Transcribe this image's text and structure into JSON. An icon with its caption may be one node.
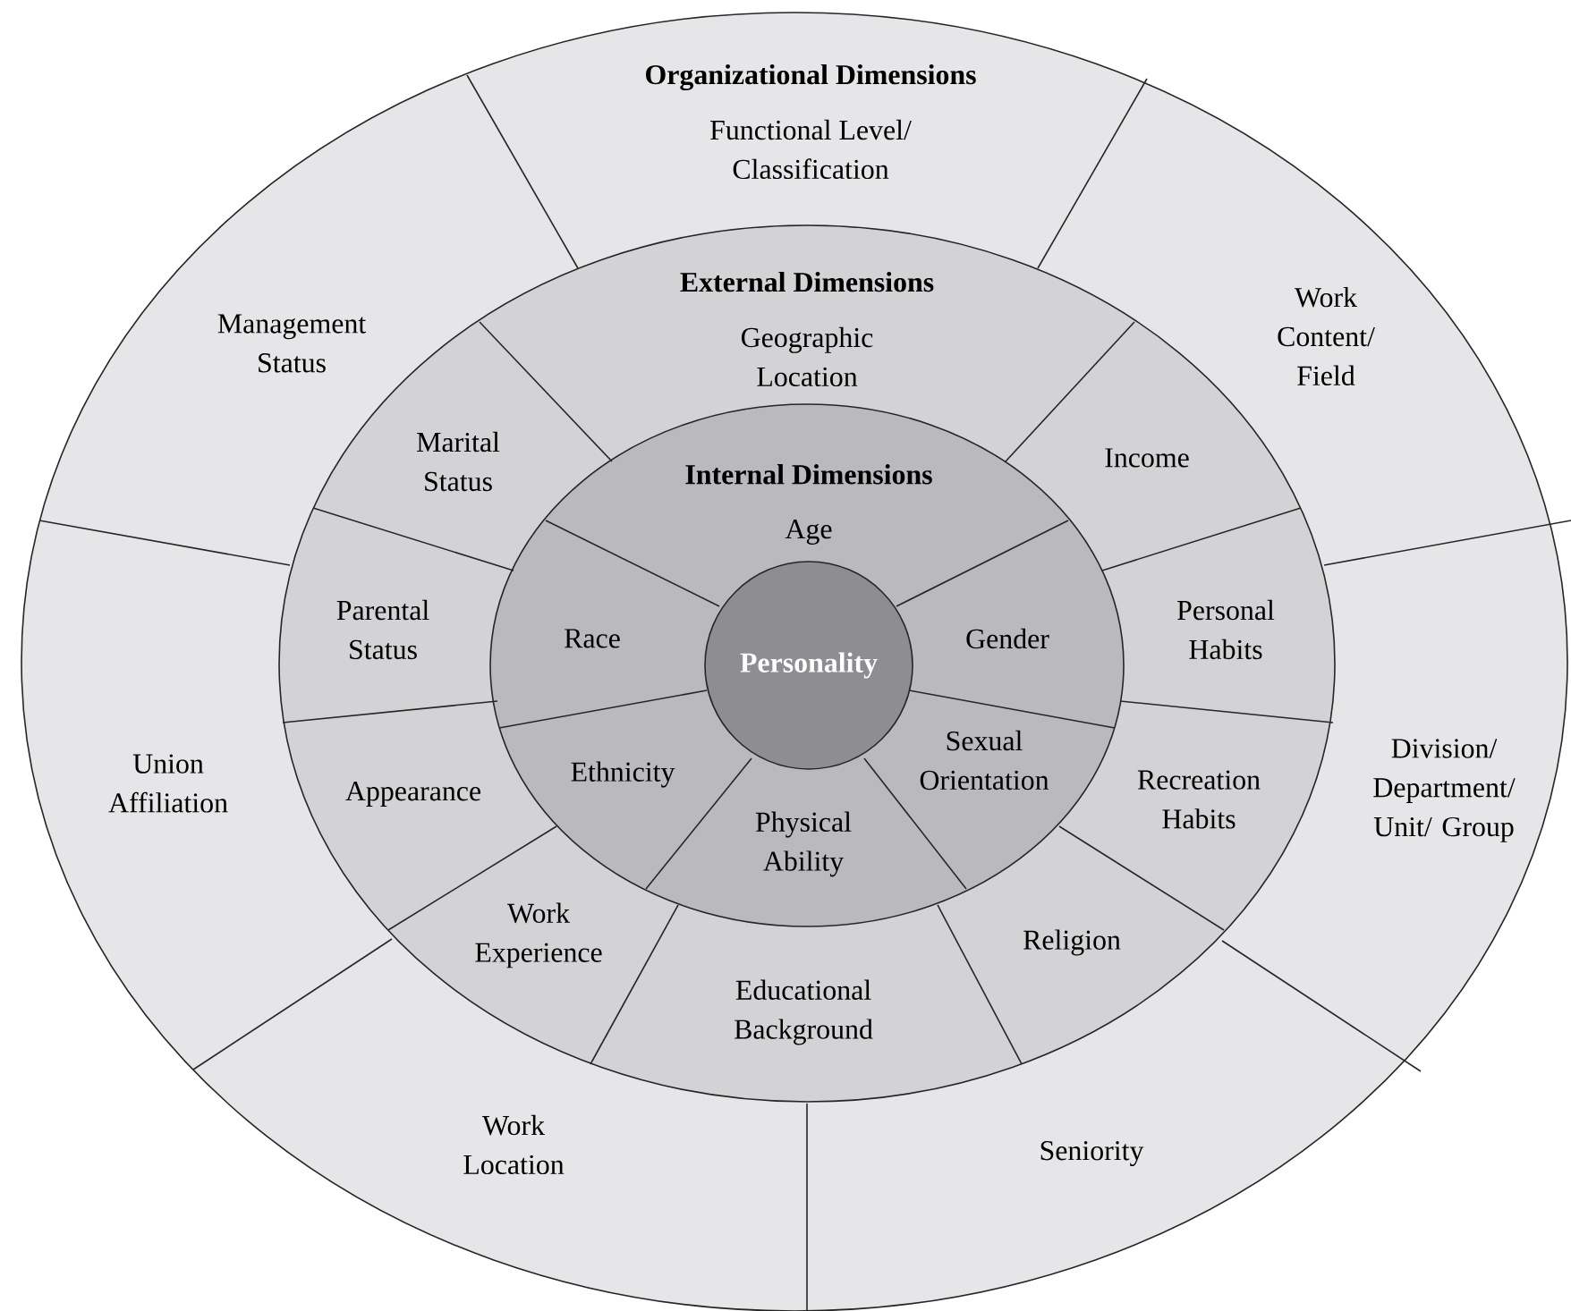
{
  "diagram": {
    "nodes": [
      {
        "text": [
          "Personality"
        ]
      },
      {
        "text": [
          "Internal Dimensions",
          "Age"
        ]
      },
      {
        "text": [
          "Gender"
        ]
      },
      {
        "text": [
          "Sexual Orientation"
        ]
      },
      {
        "text": [
          "Physical Ability"
        ]
      },
      {
        "text": [
          "Ethnicity"
        ]
      },
      {
        "text": [
          "Race"
        ]
      },
      {
        "text": [
          "External Dimensions",
          "Geographic Location"
        ]
      },
      {
        "text": [
          "Income"
        ]
      },
      {
        "text": [
          "Personal Habits"
        ]
      },
      {
        "text": [
          "Recreation Habits"
        ]
      },
      {
        "text": [
          "Religion"
        ]
      },
      {
        "text": [
          "Educational Background"
        ]
      },
      {
        "text": [
          "Work Experience"
        ]
      },
      {
        "text": [
          "Appearance"
        ]
      },
      {
        "text": [
          "Parental Status"
        ]
      },
      {
        "text": [
          "Marital Status"
        ]
      },
      {
        "text": [
          "Organizational Dimensions",
          "Functional Level/ Classification"
        ]
      },
      {
        "text": [
          "Work Content/ Field"
        ]
      },
      {
        "text": [
          "Division/ Department/ Unit/ Group"
        ]
      },
      {
        "text": [
          "Seniority"
        ]
      },
      {
        "text": [
          "Work Location"
        ]
      },
      {
        "text": [
          "Union Affiliation"
        ]
      },
      {
        "text": [
          "Management Status"
        ]
      }
    ]
  }
}
